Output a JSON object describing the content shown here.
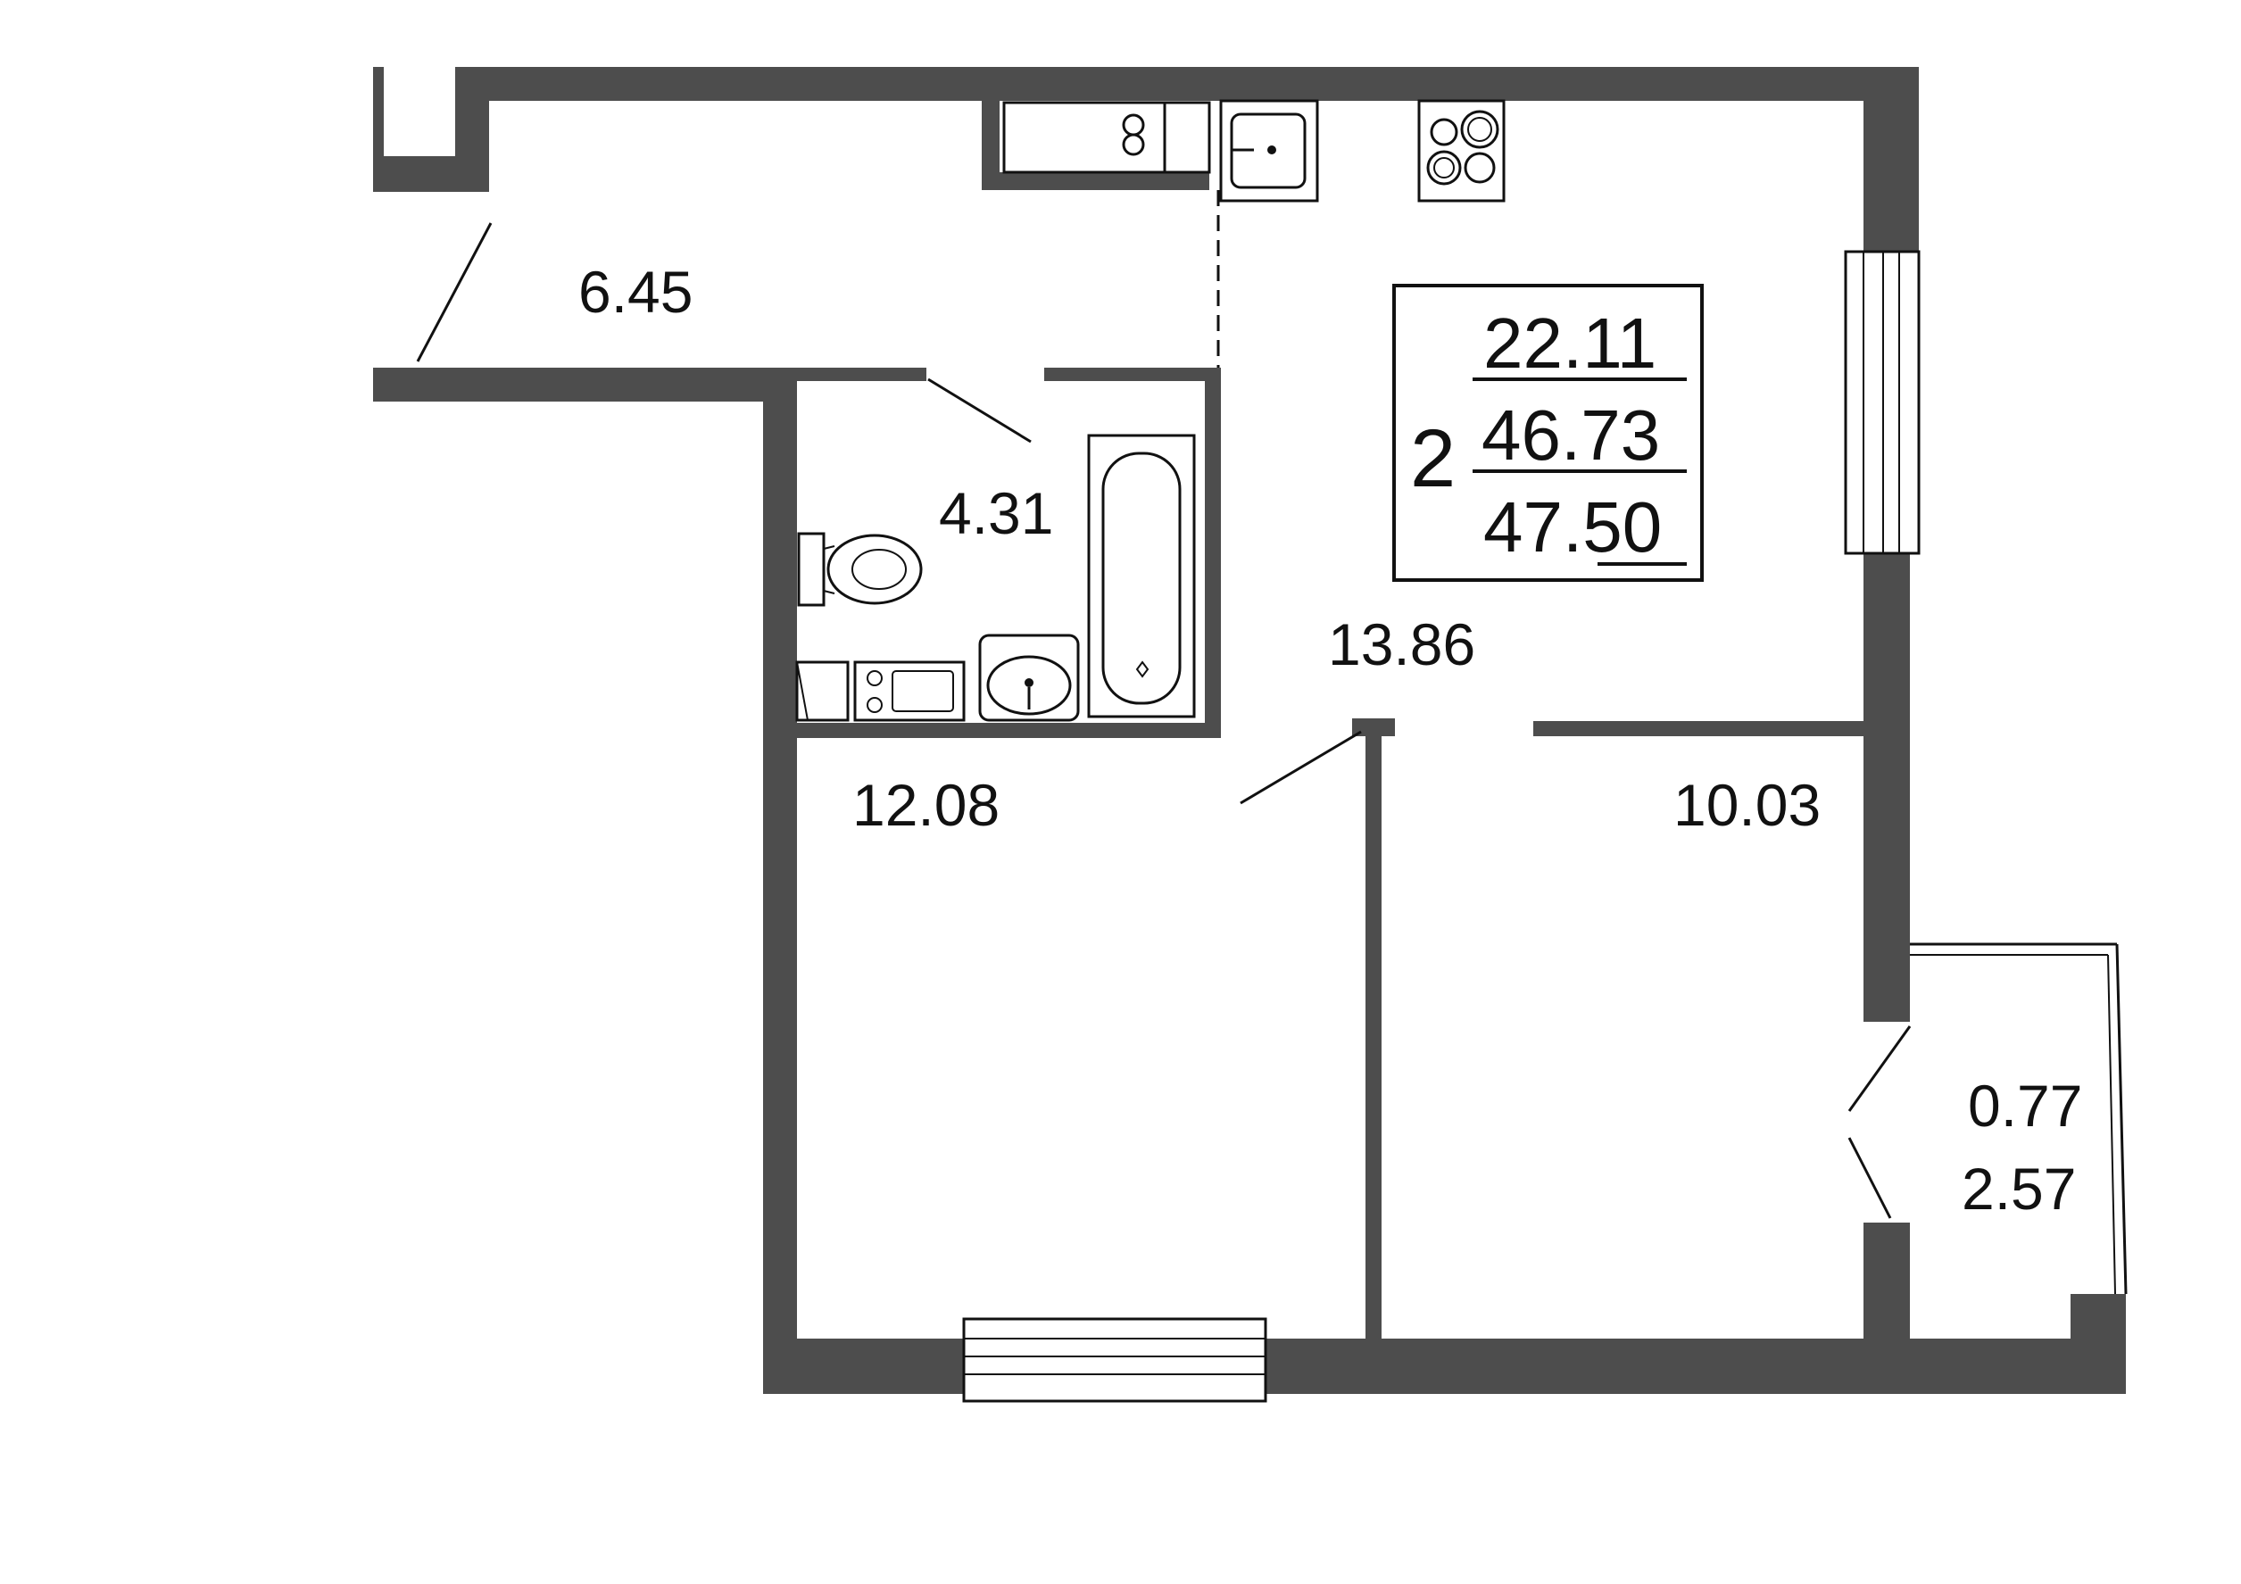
{
  "colors": {
    "wall": "#4d4d4d",
    "line": "#111111",
    "background": "#ffffff"
  },
  "rooms": [
    {
      "id": "hall",
      "area": "6.45"
    },
    {
      "id": "bathroom",
      "area": "4.31"
    },
    {
      "id": "kitchen-living",
      "area": "13.86"
    },
    {
      "id": "bedroom-left",
      "area": "12.08"
    },
    {
      "id": "bedroom-right",
      "area": "10.03"
    }
  ],
  "balcony": {
    "area": "0.77",
    "area_full": "2.57"
  },
  "summary": {
    "rooms_count": "2",
    "living_area": "22.11",
    "total_area": "46.73",
    "total_with_balcony_int": "47.",
    "total_with_balcony_dec": "50"
  },
  "fixtures": [
    "wardrobe-icon",
    "kitchen-sink-icon",
    "stove-icon",
    "bathtub-icon",
    "toilet-icon",
    "washing-machine-icon",
    "bathroom-sink-icon"
  ]
}
